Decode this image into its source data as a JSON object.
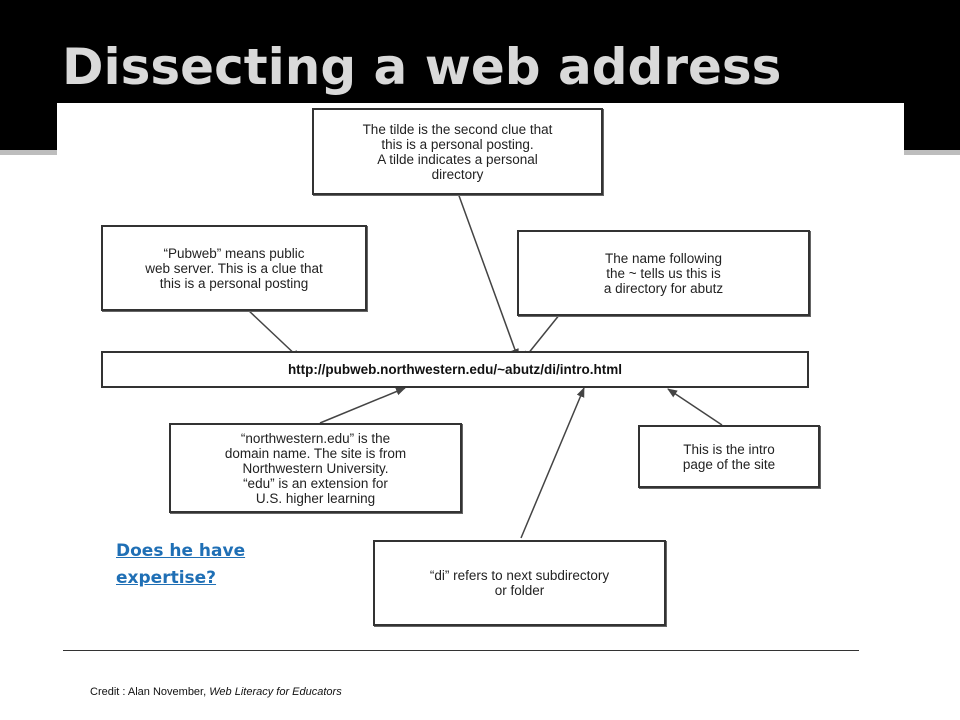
{
  "slide": {
    "title": "Dissecting a web address"
  },
  "diagram": {
    "url": "http://pubweb.northwestern.edu/~abutz/di/intro.html",
    "boxes": {
      "tilde": "The tilde is the second clue that\nthis is a personal posting.\nA tilde indicates a personal\ndirectory",
      "pubweb": "“Pubweb” means public\nweb server. This is a clue that\nthis is a personal posting",
      "name_following": "The name following\nthe ~ tells us this is\na directory for abutz",
      "domain": "“northwestern.edu” is the\ndomain name. The site is from\nNorthwestern University.\n“edu” is an extension for\nU.S. higher learning",
      "intro": "This is the intro\npage of the site",
      "di": "“di” refers to next subdirectory\nor folder"
    }
  },
  "link": {
    "text": "Does he have expertise?"
  },
  "credit": {
    "prefix": "Credit : Alan November, ",
    "source": "Web Literacy for Educators"
  }
}
